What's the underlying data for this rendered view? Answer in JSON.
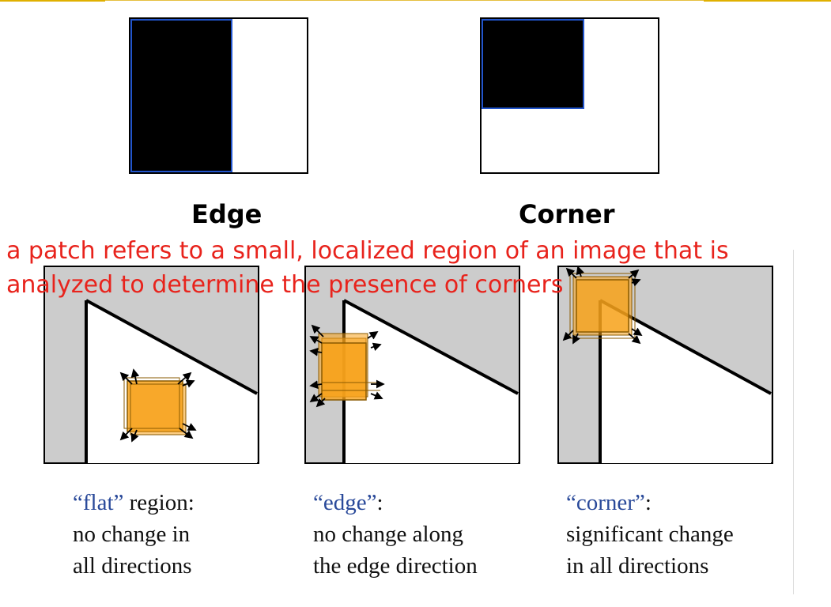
{
  "top": {
    "edge_label": "Edge",
    "corner_label": "Corner"
  },
  "annotation": {
    "line1": "a patch refers to a small, localized region of an image that is",
    "line2": "analyzed to determine the presence of corners"
  },
  "panels": [
    {
      "quote": "“flat”",
      "quote_rest": " region:",
      "line2": "no change in",
      "line3": "all directions"
    },
    {
      "quote": "“edge”",
      "quote_rest": ":",
      "line2": "no change along",
      "line3": "the edge direction"
    },
    {
      "quote": "“corner”",
      "quote_rest": ":",
      "line2": "significant change",
      "line3": "in all directions"
    }
  ],
  "colors": {
    "accent_line": "#e0b000",
    "annotation_text": "#e8231c",
    "patch_fill": "#f7a21b",
    "region_gray": "#cccccc",
    "quote_text": "#2a4a9a",
    "edge_border": "#2255cc"
  }
}
